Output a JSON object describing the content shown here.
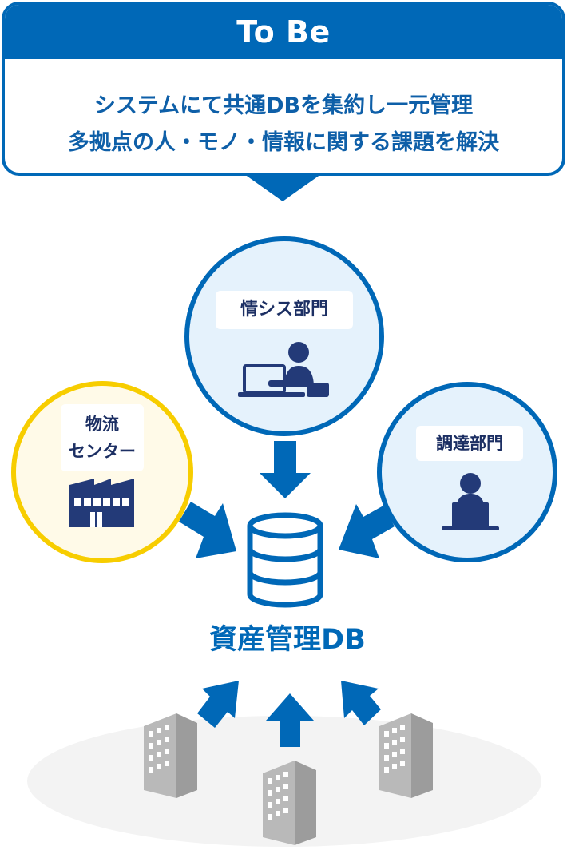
{
  "tobe": {
    "title": "To Be",
    "line1": "システムにて共通DBを集約し一元管理",
    "line2": "多拠点の人・モノ・情報に関する課題を解決"
  },
  "nodes": {
    "it_dept": "情シス部門",
    "logistics_line1": "物流",
    "logistics_line2": "センター",
    "procurement": "調達部門",
    "database": "資産管理DB"
  },
  "colors": {
    "primary_blue": "#0068b7",
    "navy": "#233a78",
    "yellow": "#f7cd00",
    "light_blue_fill": "#e5f2fc",
    "light_yellow_fill": "#fffae8",
    "building_gray": "#b4b4b4"
  },
  "icons": [
    "person-at-laptop-icon",
    "warehouse-icon",
    "person-at-desk-icon",
    "database-icon",
    "office-building-icon"
  ]
}
